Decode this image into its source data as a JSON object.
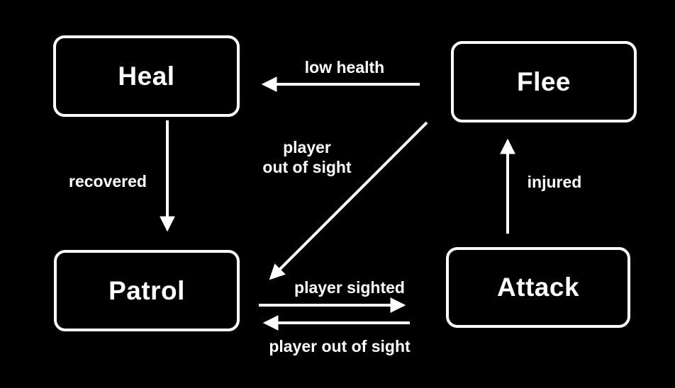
{
  "diagram": {
    "type": "state-machine",
    "colors": {
      "background": "#000000",
      "foreground": "#ffffff"
    },
    "states": [
      {
        "id": "heal",
        "label": "Heal"
      },
      {
        "id": "flee",
        "label": "Flee"
      },
      {
        "id": "patrol",
        "label": "Patrol"
      },
      {
        "id": "attack",
        "label": "Attack"
      }
    ],
    "transitions": [
      {
        "from": "flee",
        "to": "heal",
        "label": "low health"
      },
      {
        "from": "heal",
        "to": "patrol",
        "label": "recovered"
      },
      {
        "from": "flee",
        "to": "patrol",
        "label": "player\nout of sight"
      },
      {
        "from": "attack",
        "to": "flee",
        "label": "injured"
      },
      {
        "from": "patrol",
        "to": "attack",
        "label": "player sighted"
      },
      {
        "from": "attack",
        "to": "patrol",
        "label": "player out of sight"
      }
    ]
  }
}
